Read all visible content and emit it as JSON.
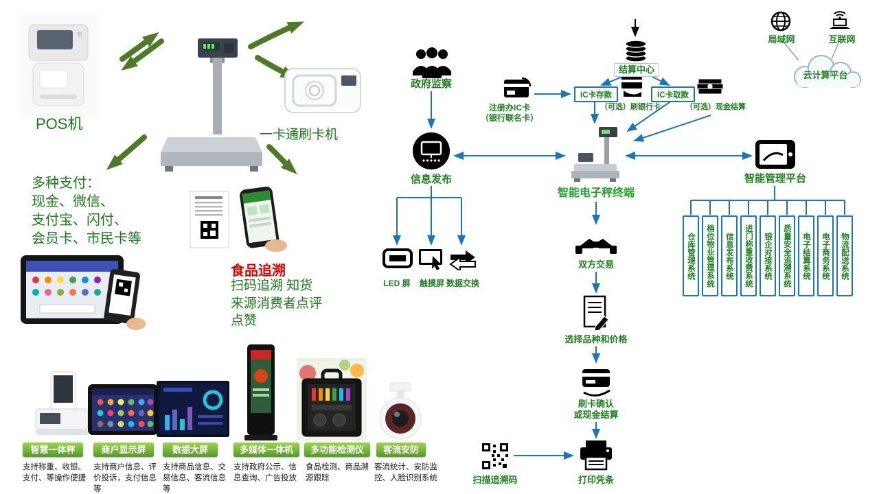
{
  "left": {
    "pos_label": "POS机",
    "card_reader_label": "一卡通刷卡机",
    "payment_text": "多种支付：\n现金、微信、\n支付宝、闪付、\n会员卡、市民卡等",
    "trace_title": "食品追溯",
    "trace_text": "扫码追溯  知货\n来源消费者点评\n点赞"
  },
  "network": {
    "lan": "局域网",
    "internet": "互联网",
    "cloud": "云计算平台"
  },
  "flow": {
    "settlement": "结算中心",
    "gov": "政府监察",
    "register": "注册办IC卡\n（银行联名卡）",
    "ic_deposit": "IC卡存款",
    "swipe_bank": "（可选）刷银行卡",
    "ic_withdraw": "IC卡取款",
    "cash": "（可选）现金结算",
    "info_release": "信息发布",
    "scale_terminal": "智能电子秤终端",
    "platform": "智能管理平台",
    "led": "LED 屏",
    "touch": "触摸屏",
    "exchange": "数据交换",
    "trade": "双方交易",
    "select": "选择品种和价格",
    "confirm": "刷卡确认\n或现金结算",
    "scan": "扫描追溯码",
    "print": "打印凭条",
    "systems": [
      "仓库管理系统",
      "档位物业管理系统",
      "信息发布系统",
      "进门称重收费系统",
      "银企对接系统",
      "质量安全追溯系统",
      "电子结算系统",
      "电子商务系统",
      "物流配送系统"
    ]
  },
  "products": [
    {
      "label": "智慧一体秤",
      "desc": "支持称重、收银、支付、等操作便捷"
    },
    {
      "label": "商户显示屏",
      "desc": "支持商户信息、评价投诉，支付信息等"
    },
    {
      "label": "数据大屏",
      "desc": "支持商品信息、交易信息、客流信息等"
    },
    {
      "label": "多媒体一体机",
      "desc": "支持政府公示、信息查询、广告投放"
    },
    {
      "label": "多功能检测仪",
      "desc": "食品检测、商品溯源跟踪"
    },
    {
      "label": "客流安防",
      "desc": "客流统计、安防监控、人脸识别系统"
    }
  ],
  "colors": {
    "green_text": "#1e7f1e",
    "bright_green": "#1fa32a",
    "blue_line": "#1b75bc",
    "red_text": "#e60000",
    "arrow_green": "#4e7a28"
  },
  "icons": {
    "gov": "people-group-icon",
    "settlement": "coin-stack-icon",
    "register": "ic-card-icon",
    "swipe_bank": "hand-card-icon",
    "cash": "banknote-stack-icon",
    "info_release": "monitor-circle-icon",
    "platform": "tablet-icon",
    "led": "led-screen-icon",
    "touch": "touch-screen-icon",
    "exchange": "double-arrow-icon",
    "trade": "handshake-icon",
    "select": "document-pen-icon",
    "confirm": "swipe-card-icon",
    "scan": "qr-code-icon",
    "print": "printer-icon",
    "lan": "globe-icon",
    "internet": "laptop-wifi-icon",
    "cloud": "cloud-icon"
  }
}
